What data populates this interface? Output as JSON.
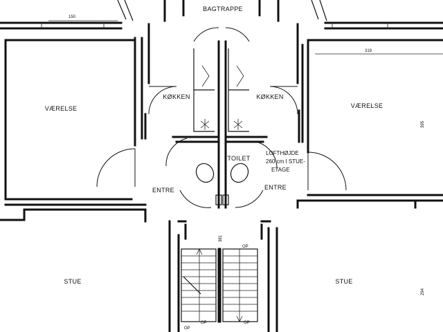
{
  "rooms": {
    "bagtrappe": "BAGTRAPPE",
    "kokken_left": "KØKKEN",
    "kokken_right": "KØKKEN",
    "vaerelse_left": "VÆRELSE",
    "vaerelse_right": "VÆRELSE",
    "toilet": "TOILET",
    "entre_left": "ENTRE",
    "entre_right": "ENTRE",
    "stue_left": "STUE",
    "stue_right": "STUE"
  },
  "note": {
    "line1": "LOFTHØJDE",
    "line2": "260 cm I STUE-",
    "line3": "ETAGE"
  },
  "dimensions": {
    "d150": "150",
    "d319": "319",
    "d395": "395",
    "d294": "294",
    "d381": "381",
    "op_a": "OP",
    "op_b": "OP",
    "op_c": "OP",
    "op_d": "OP"
  }
}
